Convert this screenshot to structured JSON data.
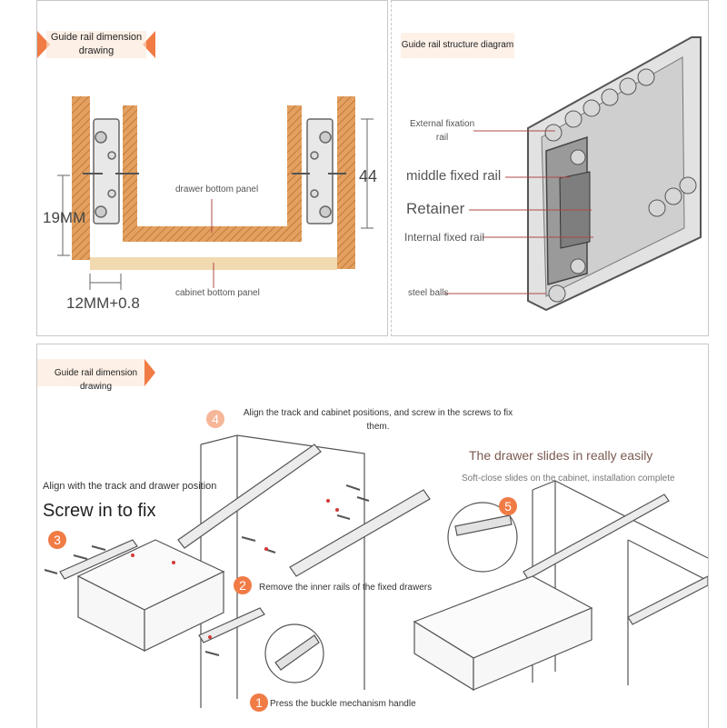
{
  "top_left": {
    "header_line1": "Guide rail dimension",
    "header_line2": "drawing",
    "dim_height": "44",
    "dim_19": "19MM",
    "dim_width": "12MM+0.8",
    "drawer_panel": "drawer bottom panel",
    "cabinet_panel": "cabinet bottom panel"
  },
  "top_right": {
    "header": "Guide rail structure diagram",
    "labels": {
      "external_line1": "External fixation",
      "external_line2": "rail",
      "middle": "middle fixed rail",
      "retainer": "Retainer",
      "internal": "Internal fixed rail",
      "steel": "steel balls"
    }
  },
  "bottom": {
    "header": "Guide rail dimension drawing",
    "step4_line1": "Align the track and cabinet positions, and screw in the screws to fix",
    "step4_line2": "them.",
    "align_drawer": "Align with the track and drawer position",
    "screw_in": "Screw in to fix",
    "step2": "Remove the inner rails of the fixed drawers",
    "step1": "Press the buckle mechanism handle",
    "slides_easy": "The drawer slides in really easily",
    "soft_close": "Soft-close slides on the cabinet, installation complete",
    "badges": {
      "b1": "1",
      "b2": "2",
      "b3": "3",
      "b4": "4",
      "b5": "5"
    }
  },
  "colors": {
    "accent": "#f07b45",
    "wood": "#e3a060",
    "panel_light": "#f1d9b0",
    "leader": "#b04848"
  }
}
